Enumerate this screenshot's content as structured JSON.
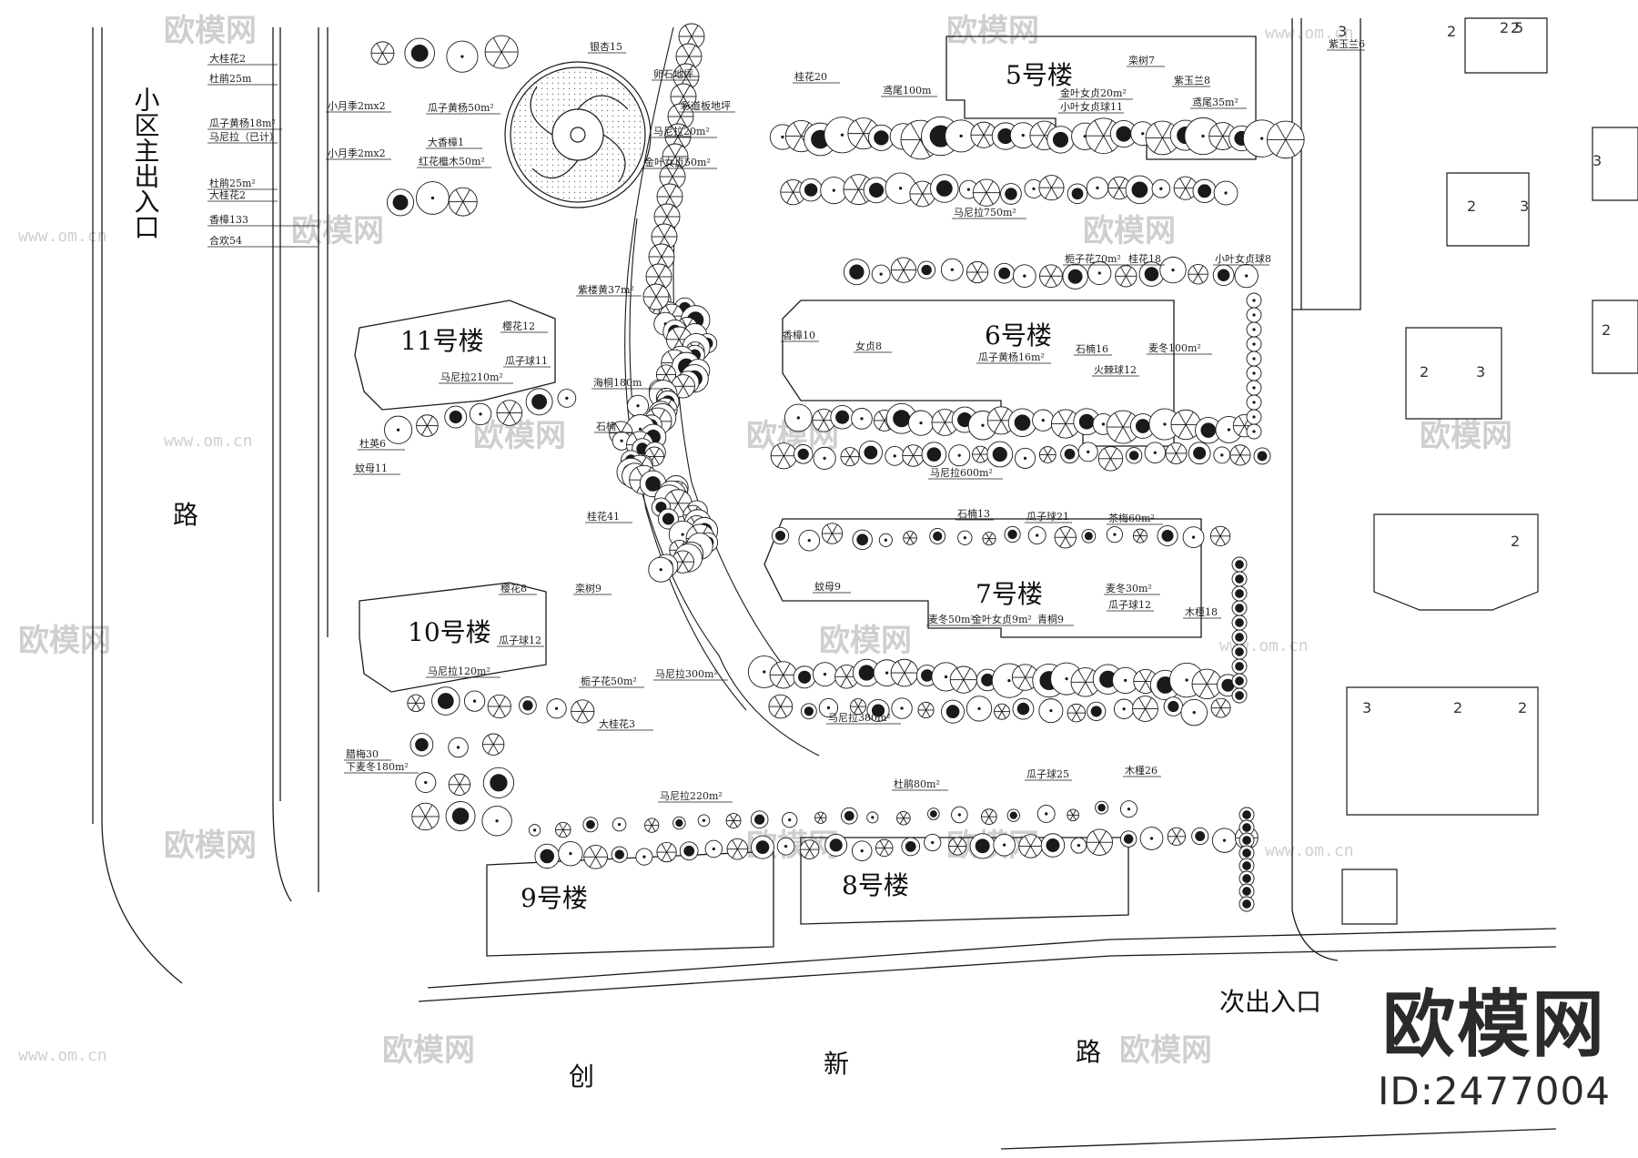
{
  "buildings": [
    {
      "id": "b5",
      "label": "5号楼"
    },
    {
      "id": "b6",
      "label": "6号楼"
    },
    {
      "id": "b7",
      "label": "7号楼"
    },
    {
      "id": "b8",
      "label": "8号楼"
    },
    {
      "id": "b9",
      "label": "9号楼"
    },
    {
      "id": "b10",
      "label": "10号楼"
    },
    {
      "id": "b11",
      "label": "11号楼"
    }
  ],
  "roads": {
    "main_entrance": "小区主出入口",
    "west_road": "路",
    "secondary_entrance": "次出入口",
    "south_road": [
      "创",
      "新",
      "路"
    ]
  },
  "neighbor_labels": [
    "2",
    "3",
    "2",
    "3",
    "2",
    "3",
    "2",
    "2",
    "3",
    "2",
    "2",
    "2",
    "3",
    "2",
    "5"
  ],
  "plant_labels": [
    "大桂花2",
    "杜鹃25m",
    "瓜子黄杨18m²",
    "马尼拉（已计）",
    "杜鹃25m²",
    "大桂花2",
    "香樟133",
    "合欢54",
    "小月季2mx2",
    "小月季2mx2",
    "瓜子黄杨50m²",
    "大香樟1",
    "红花檵木50m²",
    "银杏15",
    "卵石地坪",
    "彩道板地坪",
    "马尼拉20m²",
    "金叶女贞50m²",
    "桂花20",
    "鸢尾100m",
    "金叶女贞20m²",
    "小叶女贞球11",
    "栾树7",
    "紫玉兰8",
    "鸢尾35m²",
    "紫玉兰6",
    "马尼拉750m²",
    "栀子花70m²",
    "桂花18",
    "小叶女贞球8",
    "紫楼黄37m²",
    "樱花12",
    "瓜子球11",
    "马尼拉210m²",
    "海桐180m",
    "杜英6",
    "蚊母11",
    "石楠",
    "香樟10",
    "女贞8",
    "瓜子黄杨16m²",
    "石楠16",
    "麦冬100m²",
    "火棘球12",
    "马尼拉600m²",
    "桂花41",
    "石楠13",
    "瓜子球21",
    "茶梅60m²",
    "樱花8",
    "栾树9",
    "瓜子球12",
    "马尼拉120m²",
    "蚊母9",
    "麦冬50m²",
    "金叶女贞9m²",
    "青桐9",
    "麦冬30m²",
    "瓜子球12",
    "木槿18",
    "栀子花50m²",
    "马尼拉300m²",
    "大桂花3",
    "马尼拉380m²",
    "腊梅30",
    "下麦冬180m²",
    "马尼拉220m²",
    "杜鹃80m²",
    "瓜子球25",
    "木槿26"
  ],
  "watermark": {
    "text": "欧模网",
    "url": "www.om.cn"
  },
  "brand": {
    "name": "欧模网",
    "id": "ID:2477004"
  },
  "colors": {
    "line": "#1a1a1a",
    "watermark": "#cfcfcf"
  }
}
